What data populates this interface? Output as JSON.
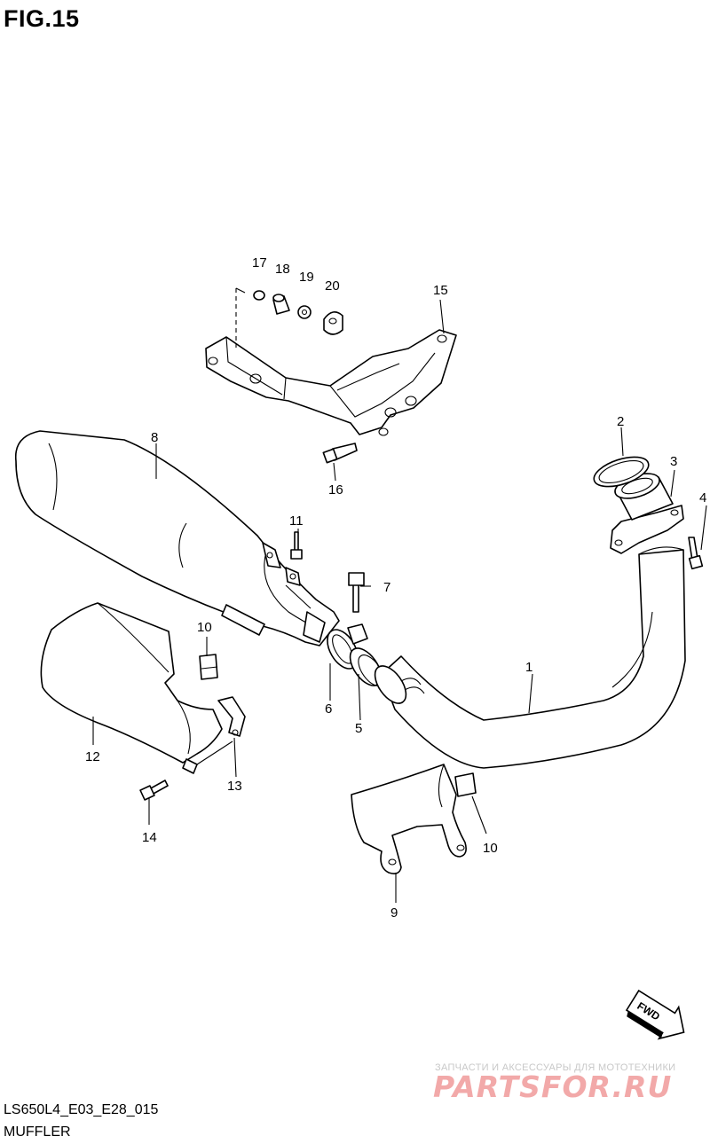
{
  "figure": {
    "title": "FIG.15",
    "code": "LS650L4_E03_E28_015",
    "name": "MUFFLER"
  },
  "direction_badge": "FWD",
  "watermark": {
    "tagline": "ЗАПЧАСТИ И АКСЕССУАРЫ ДЛЯ МОТОТЕХНИКИ",
    "logo": "PARTSFOR.RU"
  },
  "callouts": [
    {
      "id": "c1",
      "label": "1"
    },
    {
      "id": "c2",
      "label": "2"
    },
    {
      "id": "c3",
      "label": "3"
    },
    {
      "id": "c4",
      "label": "4"
    },
    {
      "id": "c5",
      "label": "5"
    },
    {
      "id": "c6",
      "label": "6"
    },
    {
      "id": "c7",
      "label": "7"
    },
    {
      "id": "c8",
      "label": "8"
    },
    {
      "id": "c9",
      "label": "9"
    },
    {
      "id": "c10a",
      "label": "10"
    },
    {
      "id": "c10b",
      "label": "10"
    },
    {
      "id": "c11",
      "label": "11"
    },
    {
      "id": "c12",
      "label": "12"
    },
    {
      "id": "c13",
      "label": "13"
    },
    {
      "id": "c14",
      "label": "14"
    },
    {
      "id": "c15",
      "label": "15"
    },
    {
      "id": "c16",
      "label": "16"
    },
    {
      "id": "c17",
      "label": "17"
    },
    {
      "id": "c18",
      "label": "18"
    },
    {
      "id": "c19",
      "label": "19"
    },
    {
      "id": "c20",
      "label": "20"
    }
  ]
}
